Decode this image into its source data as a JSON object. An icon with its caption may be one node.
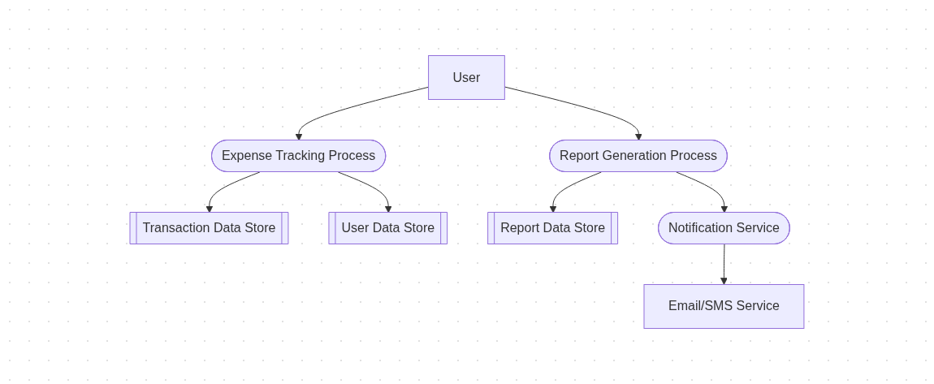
{
  "diagram": {
    "nodes": [
      {
        "text": [
          "User"
        ]
      },
      {
        "text": [
          "Expense Tracking Process"
        ]
      },
      {
        "text": [
          "Report Generation Process"
        ]
      },
      {
        "text": [
          "Transaction Data Store"
        ]
      },
      {
        "text": [
          "User Data Store"
        ]
      },
      {
        "text": [
          "Report Data Store"
        ]
      },
      {
        "text": [
          "Notification Service"
        ]
      },
      {
        "text": [
          "Email/SMS Service"
        ]
      }
    ],
    "edges": [
      {
        "from": 0,
        "to": 1,
        "arrow": "to"
      },
      {
        "from": 0,
        "to": 2,
        "arrow": "to"
      },
      {
        "from": 1,
        "to": 3,
        "arrow": "to"
      },
      {
        "from": 1,
        "to": 4,
        "arrow": "to"
      },
      {
        "from": 2,
        "to": 5,
        "arrow": "to"
      },
      {
        "from": 2,
        "to": 6,
        "arrow": "to"
      },
      {
        "from": 6,
        "to": 7,
        "arrow": "to"
      }
    ]
  }
}
